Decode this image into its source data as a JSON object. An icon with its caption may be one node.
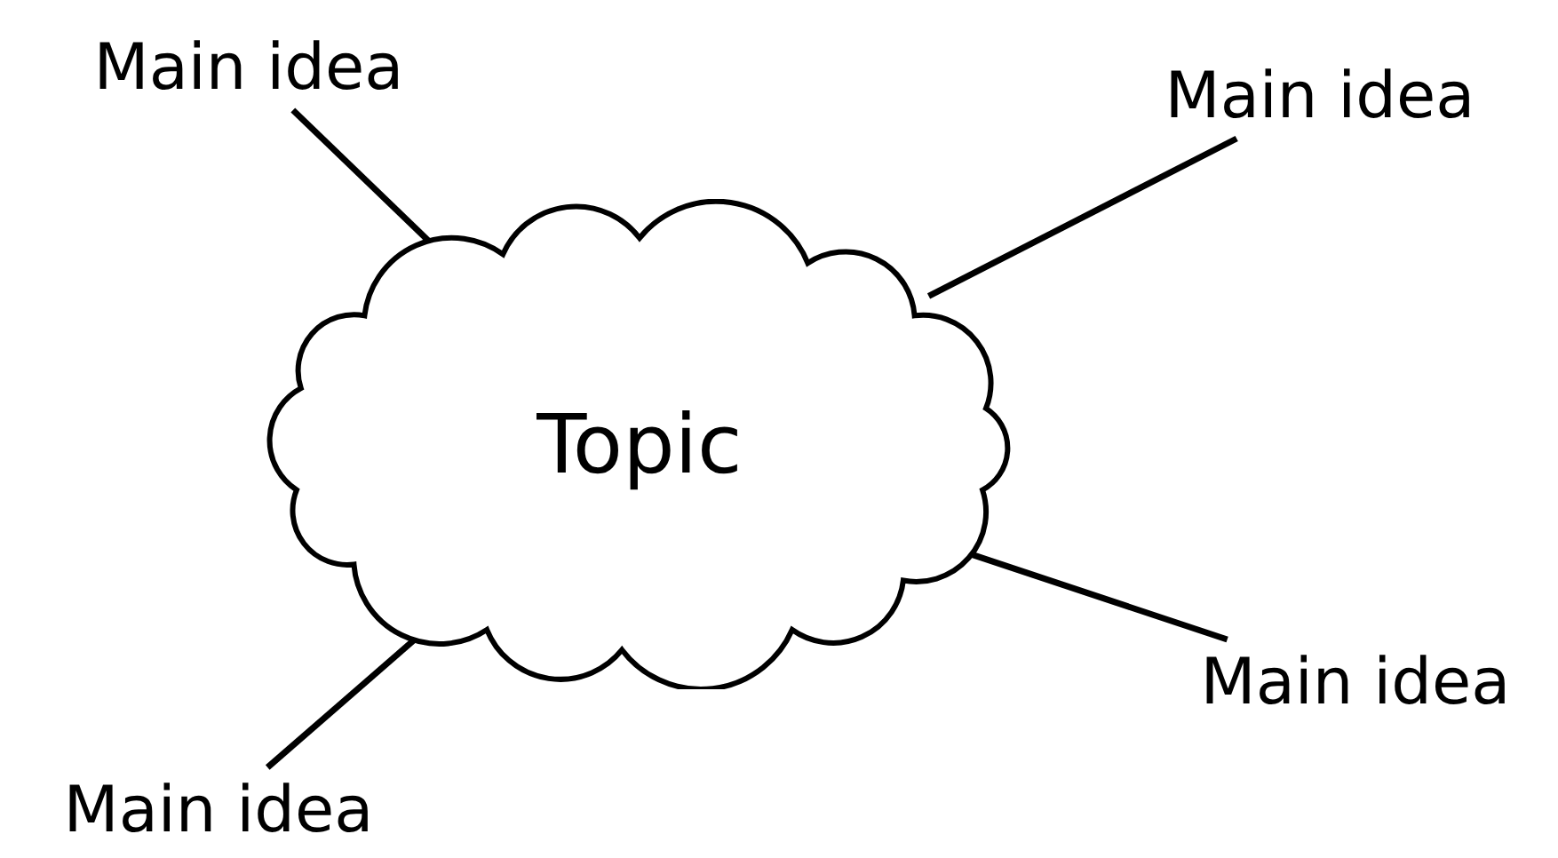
{
  "diagram": {
    "nodes": [
      {
        "text": [
          "Topic"
        ]
      },
      {
        "text": [
          "Main idea"
        ]
      },
      {
        "text": [
          "Main idea"
        ]
      },
      {
        "text": [
          "Main idea"
        ]
      },
      {
        "text": [
          "Main idea"
        ]
      }
    ],
    "edges": [
      {
        "from": 0,
        "to": 1,
        "arrow": "none"
      },
      {
        "from": 0,
        "to": 2,
        "arrow": "none"
      },
      {
        "from": 0,
        "to": 3,
        "arrow": "none"
      },
      {
        "from": 0,
        "to": 4,
        "arrow": "none"
      }
    ]
  }
}
